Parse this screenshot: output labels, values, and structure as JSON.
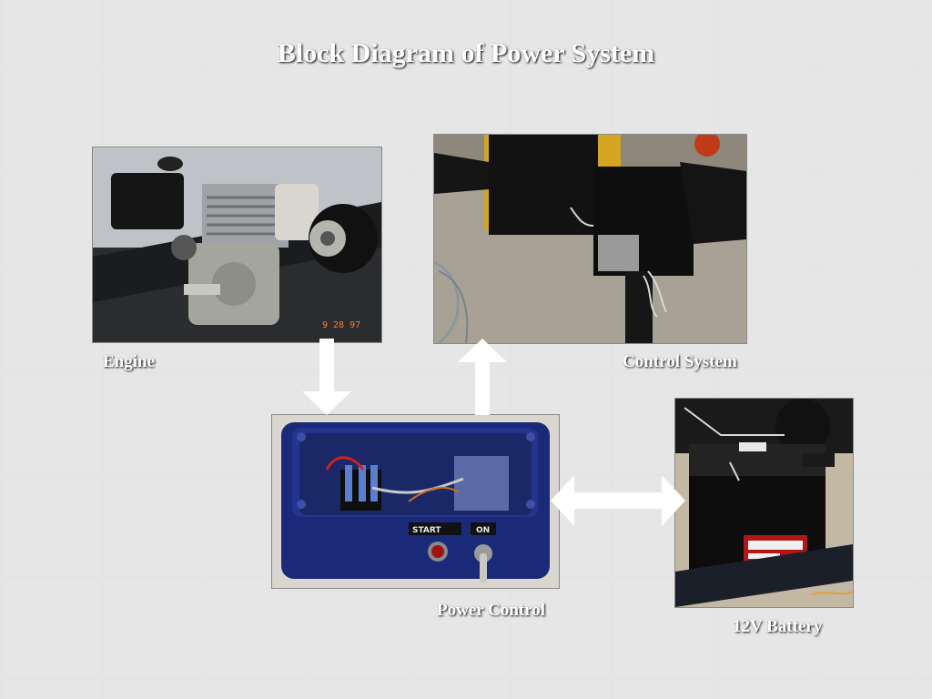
{
  "title": "Block Diagram of Power System",
  "blocks": {
    "engine": {
      "label": "Engine",
      "photo": "engine-photo"
    },
    "control_system": {
      "label": "Control System",
      "photo": "control-system-photo"
    },
    "power_control": {
      "label": "Power Control",
      "photo": "power-control-box-photo"
    },
    "battery": {
      "label": "12V Battery",
      "photo": "battery-photo"
    }
  },
  "photo_stamps": {
    "engine_date": "9 28 97",
    "power_control_start": "START",
    "power_control_on": "ON"
  },
  "colors": {
    "arrow": "#ffffff",
    "text": "#ffffff",
    "background": "#4a4a4a"
  }
}
